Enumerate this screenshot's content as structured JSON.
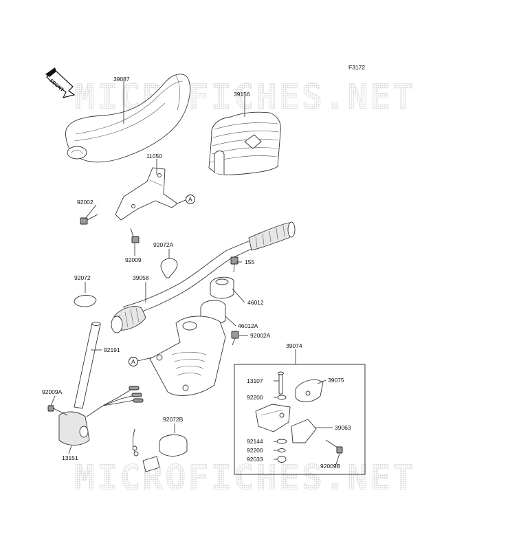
{
  "figure_code": "F3172",
  "front_arrow": "FRONT",
  "watermark": "MICROFICHES.NET",
  "callout_letter": "A",
  "parts": {
    "p39087": "39087",
    "p39156": "39156",
    "p11050": "11050",
    "p92002": "92002",
    "p92009": "92009",
    "p92072A": "92072A",
    "p155": "155",
    "p92072": "92072",
    "p39058": "39058",
    "p46012": "46012",
    "p46012A": "46012A",
    "p92002A": "92002A",
    "p92191": "92191",
    "p39074": "39074",
    "p13107": "13107",
    "p39075": "39075",
    "p92200a": "92200",
    "p39063": "39063",
    "p92144": "92144",
    "p92200b": "92200",
    "p92033": "92033",
    "p92009B": "92009B",
    "p92009A": "92009A",
    "p92072B": "92072B",
    "p13151": "13151"
  }
}
